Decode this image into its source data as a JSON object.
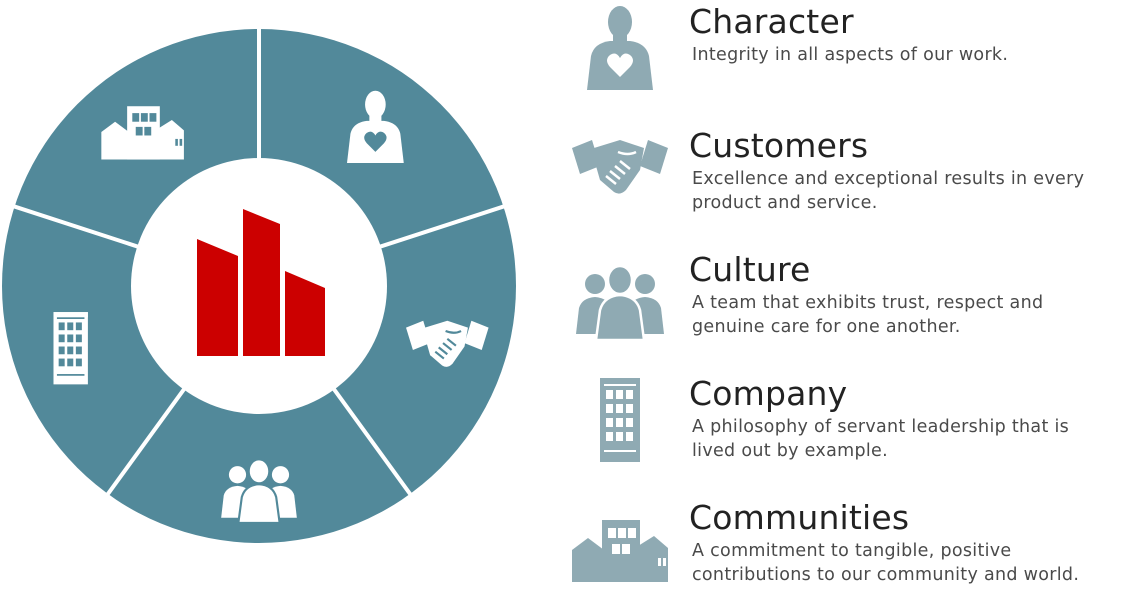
{
  "colors": {
    "ring": "#52899a",
    "gap": "#ffffff",
    "center": "#ffffff",
    "logo": "#cc0000",
    "icon_light": "#ffffff",
    "icon_muted": "#8faab3"
  },
  "logo": {
    "icon": "red-building-bars-logo"
  },
  "wheel_segments": [
    {
      "key": "character",
      "icon": "person-heart-icon"
    },
    {
      "key": "customers",
      "icon": "handshake-icon"
    },
    {
      "key": "culture",
      "icon": "group-of-people-icon"
    },
    {
      "key": "company",
      "icon": "office-building-icon"
    },
    {
      "key": "communities",
      "icon": "town-buildings-icon"
    }
  ],
  "values": [
    {
      "title": "Character",
      "description": [
        "Integrity in all aspects of our work."
      ],
      "icon": "person-heart-icon"
    },
    {
      "title": "Customers",
      "description": [
        "Excellence and exceptional results in every",
        "product and service."
      ],
      "icon": "handshake-icon"
    },
    {
      "title": "Culture",
      "description": [
        "A team that exhibits trust, respect and",
        "genuine care for one another."
      ],
      "icon": "group-of-people-icon"
    },
    {
      "title": "Company",
      "description": [
        "A philosophy of servant leadership that is",
        "lived out by example."
      ],
      "icon": "office-building-icon"
    },
    {
      "title": "Communities",
      "description": [
        "A commitment to tangible, positive",
        "contributions to our community and world."
      ],
      "icon": "town-buildings-icon"
    }
  ]
}
